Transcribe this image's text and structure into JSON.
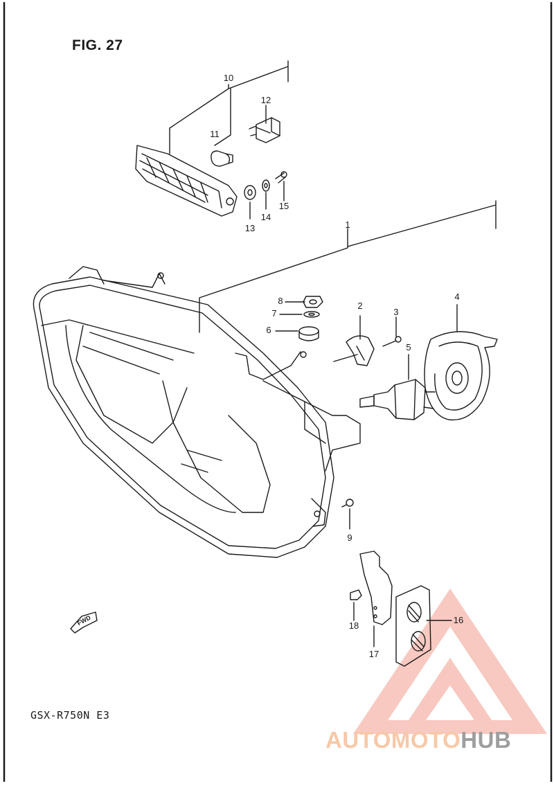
{
  "figure": {
    "title": "FIG. 27",
    "model": "GSX-R750N  E3",
    "direction_label": "FWD"
  },
  "callouts": [
    {
      "id": "c1",
      "label": "1"
    },
    {
      "id": "c2",
      "label": "2"
    },
    {
      "id": "c3",
      "label": "3"
    },
    {
      "id": "c4",
      "label": "4"
    },
    {
      "id": "c5",
      "label": "5"
    },
    {
      "id": "c6",
      "label": "6"
    },
    {
      "id": "c7",
      "label": "7"
    },
    {
      "id": "c8",
      "label": "8"
    },
    {
      "id": "c9",
      "label": "9"
    },
    {
      "id": "c10",
      "label": "10"
    },
    {
      "id": "c11",
      "label": "11"
    },
    {
      "id": "c12",
      "label": "12"
    },
    {
      "id": "c13",
      "label": "13"
    },
    {
      "id": "c14",
      "label": "14"
    },
    {
      "id": "c15",
      "label": "15"
    },
    {
      "id": "c16",
      "label": "16"
    },
    {
      "id": "c17",
      "label": "17"
    },
    {
      "id": "c18",
      "label": "18"
    }
  ],
  "watermark": {
    "part1": "AUTOMOTO",
    "part2": "HUB",
    "color_main": "#e84a3a",
    "color_text1": "#f7c8a8",
    "color_text2": "#9e9e9e"
  }
}
